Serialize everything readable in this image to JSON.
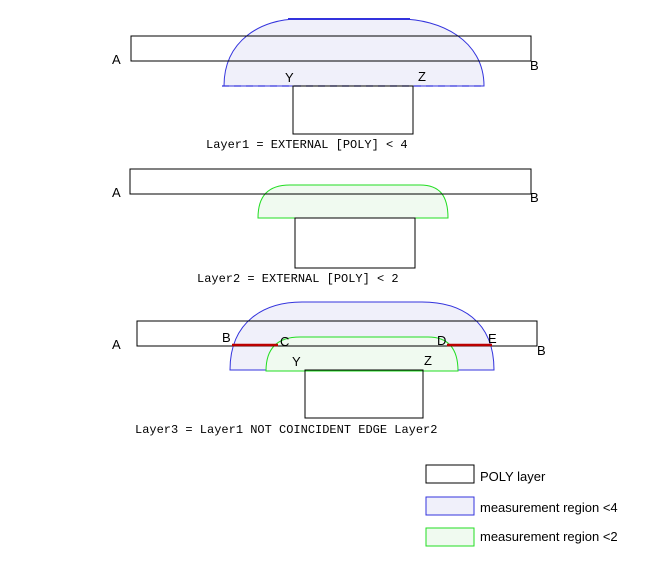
{
  "colors": {
    "poly": "#000000",
    "region_lt4": "#3333dd",
    "region_lt2": "#22dd22",
    "coincident_edge": "#bb0000"
  },
  "diagram1": {
    "label_a": "A",
    "label_b": "B",
    "label_y": "Y",
    "label_z": "Z",
    "equation": "Layer1 = EXTERNAL [POLY] < 4"
  },
  "diagram2": {
    "label_a": "A",
    "label_b": "B",
    "equation": "Layer2 = EXTERNAL [POLY] < 2"
  },
  "diagram3": {
    "label_a": "A",
    "label_b": "B",
    "label_b2": "B",
    "label_c": "C",
    "label_d": "D",
    "label_e": "E",
    "label_y": "Y",
    "label_z": "Z",
    "equation": "Layer3 = Layer1 NOT COINCIDENT EDGE Layer2"
  },
  "legend": {
    "poly": "POLY layer",
    "region_lt4": "measurement region <4",
    "region_lt2": "measurement region <2"
  }
}
